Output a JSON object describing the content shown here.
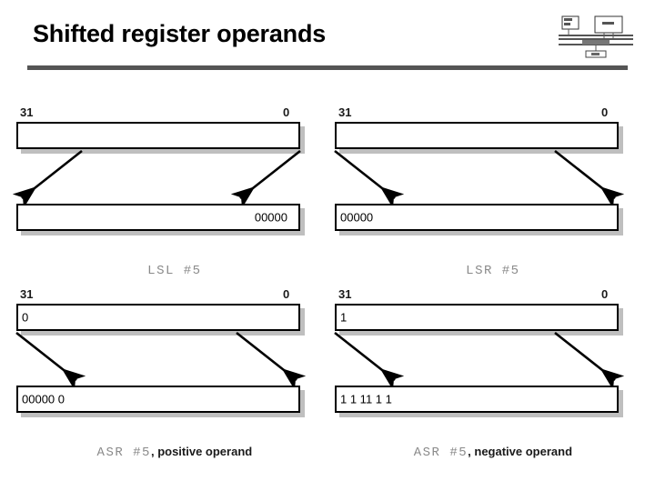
{
  "slide": {
    "title": "Shifted register operands",
    "logo_icon": "block-diagram-logo"
  },
  "diagrams": [
    {
      "id": "lsl",
      "bit_msb": "31",
      "bit_lsb": "0",
      "source_bits": "",
      "source_align": "alignleft",
      "result_bits": "00000",
      "result_align": "alignright",
      "mnemonic": "LSL #5",
      "note": "",
      "direction": "left"
    },
    {
      "id": "lsr",
      "bit_msb": "31",
      "bit_lsb": "0",
      "source_bits": "",
      "source_align": "alignleft",
      "result_bits": "00000",
      "result_align": "alignleft",
      "mnemonic": "LSR #5",
      "note": "",
      "direction": "right"
    },
    {
      "id": "asr-positive",
      "bit_msb": "31",
      "bit_lsb": "0",
      "source_bits": "0",
      "source_align": "alignleft",
      "result_bits": "00000 0",
      "result_align": "alignleft",
      "mnemonic": "ASR #5",
      "note": ", positive operand",
      "direction": "right"
    },
    {
      "id": "asr-negative",
      "bit_msb": "31",
      "bit_lsb": "0",
      "source_bits": "1",
      "source_align": "alignleft",
      "result_bits": "1 1 11 1 1",
      "result_align": "alignleft",
      "mnemonic": "ASR #5",
      "note": ", negative operand",
      "direction": "right"
    }
  ],
  "colors": {
    "rule": "#555555",
    "box_border": "#000000",
    "box_shadow": "#bfbfbf",
    "mnemonic_text": "#8a8a8a",
    "note_text": "#1a1a1a"
  }
}
